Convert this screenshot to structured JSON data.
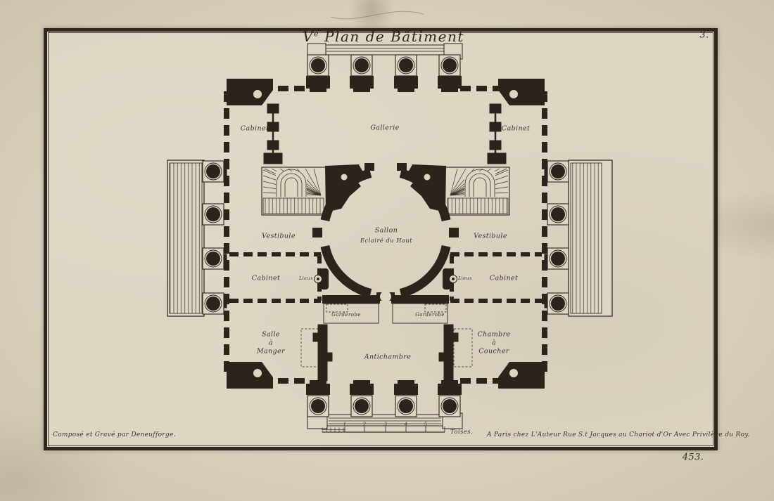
{
  "plate": {
    "title_prefix": "V",
    "title_sup": "e",
    "title_rest": "Plan de Bâtiment",
    "page_number": "3.",
    "catalog_number": "453.",
    "credit_left": "Composé et Gravé par Deneufforge.",
    "credit_right": "A Paris chez L'Auteur Rue S.t Jacques au Chariot d'Or Avec Privilège du Roy."
  },
  "rooms": {
    "cabinet_top_left": "Cabinet",
    "gallerie": "Gallerie",
    "cabinet_top_right": "Cabinet",
    "vestibule_left": "Vestibule",
    "sallon_line1": "Sallon",
    "sallon_line2": "Eclairé du Haut",
    "vestibule_right": "Vestibule",
    "cabinet_mid_left": "Cabinet",
    "lieux_left": "Lieux",
    "lieux_right": "Lieux",
    "cabinet_mid_right": "Cabinet",
    "garderobe_left": "Garderobe",
    "garderobe_right": "Garderobe",
    "salle_line1": "Salle",
    "salle_line2": "à",
    "salle_line3": "Manger",
    "antichambre": "Antichambre",
    "chambre_line1": "Chambre",
    "chambre_line2": "à",
    "chambre_line3": "Coucher"
  },
  "scale_bar": {
    "unit_label": "Toises.",
    "ticks": [
      "1",
      "2",
      "3",
      "4",
      "5"
    ]
  },
  "colors": {
    "paper": "#d6ceba",
    "plate_paper": "#ddd6c3",
    "ink": "#2a241c"
  }
}
